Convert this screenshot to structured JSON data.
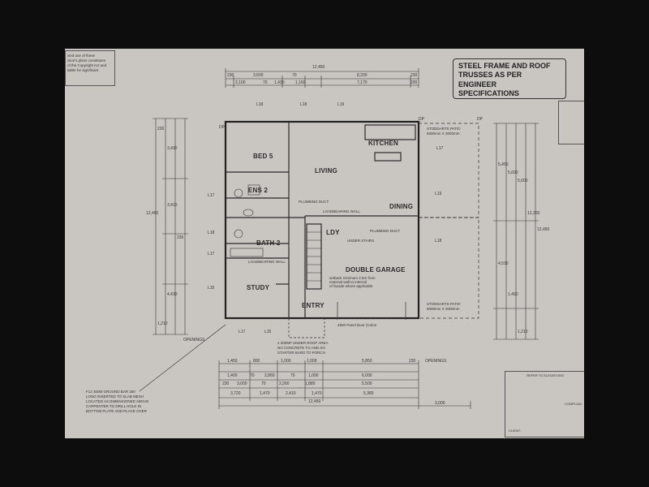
{
  "title_lines": [
    "STEEL FRAME AND ROOF",
    "TRUSSES AS PER ENGINEER",
    "SPECIFICATIONS"
  ],
  "copyright_lines": [
    "ised use of these",
    "ision's plans constitutes",
    "of the Copyright Act and",
    "liable for significant"
  ],
  "rooms": {
    "bed5": "BED 5",
    "living": "LIVING",
    "kitchen": "KITCHEN",
    "ens2": "ENS 2",
    "dining": "DINING",
    "bath2": "BATH 2",
    "study": "STUDY",
    "double_garage": "DOUBLE GARAGE",
    "entry": "ENTRY",
    "ldy": "LDY"
  },
  "labels": {
    "plumbing_duct_1": "PLUMBING DUCT",
    "loadbearing_wall_1": "LOADBEARING WALL",
    "plumbing_duct_2": "PLUMBING DUCT",
    "under_stairs": "UNDER STAIRS",
    "loadbearing_wall_2": "LOADBEARING WALL",
    "stud_patio_top": "STODDARTS PATIO",
    "stud_patio_top_size": "6000mm X 3000mm",
    "stud_patio_bottom": "STODDARTS PATIO",
    "stud_patio_bottom_size": "6000mm X 3000mm",
    "garage_note_1": "setback minimum 2.5m from",
    "garage_note_2": "external wall to internal",
    "garage_note_3": "of facade where applicable",
    "panel_door": "4800 Panel Door (Colon",
    "entry_note_1": "4 300MF UNDER ROOF AREA",
    "entry_note_2": "NO CONCRETE TO AND SO",
    "entry_note_3": "STARTER BARS TO PORCH",
    "openings_bottom": "OPENINGS",
    "openings_left": "OPENINGS",
    "l18_top_1": "L18",
    "l18_top_2": "L18",
    "l19_top": "L19",
    "l17_right": "L17",
    "l18_right": "L18",
    "l19_right": "L19",
    "l17_left_1": "L17",
    "l18_left": "L18",
    "l17_left_2": "L17",
    "l15_left": "L15",
    "l17_bottom": "L17",
    "l15_bottom": "L15",
    "dp_1": "DP",
    "dp_2": "DP",
    "dp_3": "DP",
    "bottom_left_note_1": "F12 300M GROUND BAR 300",
    "bottom_left_note_2": "LONG INSERTED TO SLAB MESH",
    "bottom_left_note_3": "LOCATED AS DIMENSIONED ABOVE",
    "bottom_left_note_4": "CARPENTER TO DRILL HOLE IN",
    "bottom_left_note_5": "BOTTOM PLATE AND PLACE OVER",
    "refer_elevations": "REFER TO ELEVATIONS",
    "compliance": "COMPLIAN",
    "client": "CLIENT:"
  },
  "dims_top": {
    "overall": "12,450",
    "row1": [
      "230",
      "3,600",
      "70",
      "8,330",
      "230"
    ],
    "row2": [
      "2,100",
      "70",
      "1,430",
      "1,160",
      "7,170",
      "230"
    ]
  },
  "dims_bottom": {
    "row1": [
      "1,450",
      "800",
      "1,000",
      "1,000",
      "5,850",
      "230"
    ],
    "row2": [
      "1,400",
      "70",
      "2,860",
      "70",
      "1,000",
      "6,000"
    ],
    "row3": [
      "230",
      "3,000",
      "70",
      "2,260",
      "1,880",
      "5,500"
    ],
    "row4": [
      "3,720",
      "1,470",
      "2,410",
      "1,470",
      "5,380"
    ],
    "overall": "12,450",
    "extra": "3,000"
  },
  "dims_left": [
    "230",
    "3,430",
    "3,410",
    "230",
    "12,450",
    "4,430",
    "1,210"
  ],
  "dims_right": [
    "5,450",
    "5,600",
    "5,600",
    "12,200",
    "12,450",
    "4,530",
    "1,450",
    "1,210"
  ],
  "colors": {
    "background": "#0d0d0d",
    "paper": "#c9c6c1",
    "ink": "#2b2b2b"
  }
}
